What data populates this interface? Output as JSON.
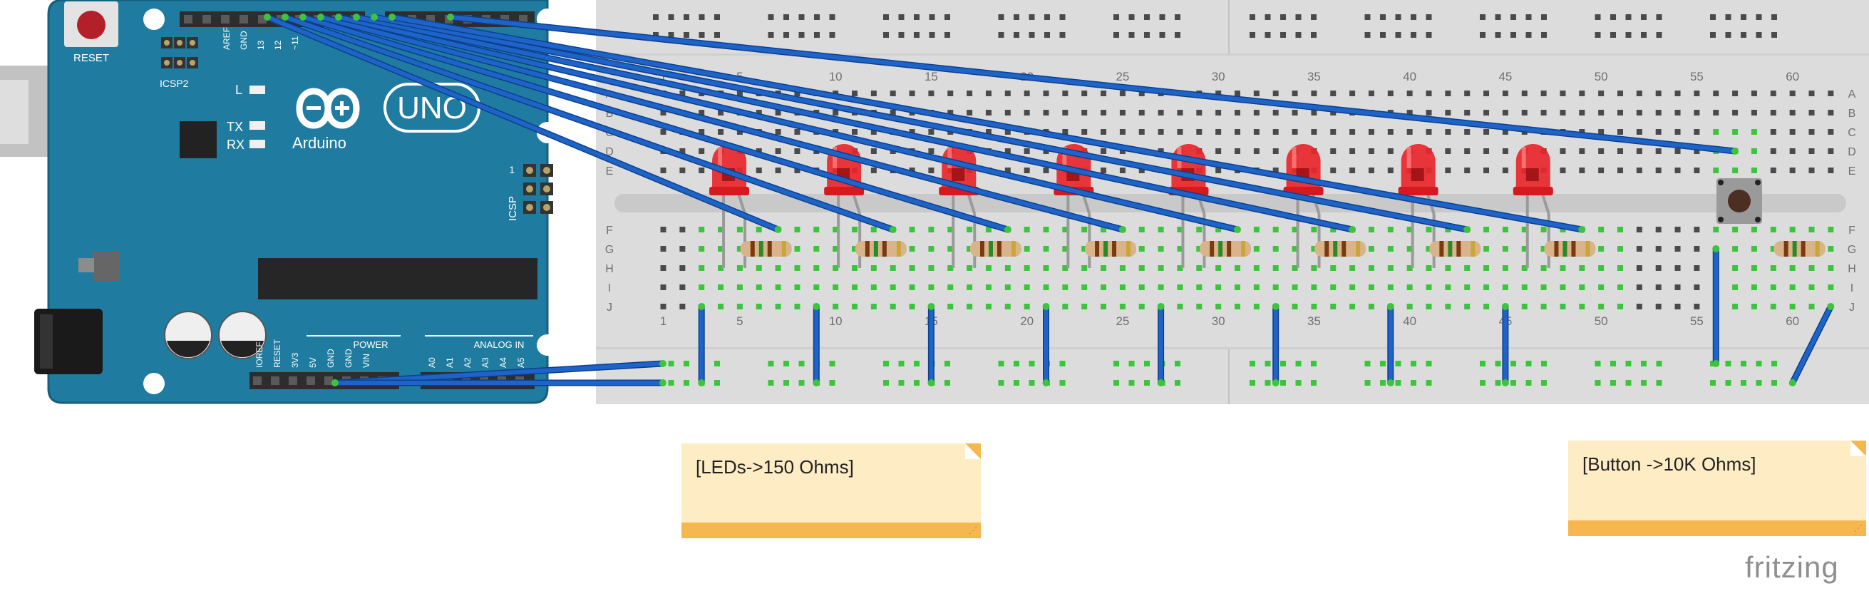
{
  "arduino": {
    "reset_label": "RESET",
    "icsp2_label": "ICSP2",
    "icsp_label": "ICSP",
    "icsp_pin1": "1",
    "led_l_label": "L",
    "tx_label": "TX",
    "rx_label": "RX",
    "uno_label": "UNO",
    "brand_label": "Arduino",
    "power_label": "POWER",
    "analog_label": "ANALOG IN",
    "digital_header_pins": [
      "AREF",
      "GND",
      "13",
      "12",
      "~11"
    ],
    "power_header_pins": [
      "IOREF",
      "RESET",
      "3V3",
      "5V",
      "GND",
      "GND",
      "VIN"
    ],
    "analog_header_pins": [
      "A0",
      "A1",
      "A2",
      "A3",
      "A4",
      "A5"
    ],
    "colors": {
      "board": "#1f7ca0",
      "board_edge": "#165f7c",
      "header": "#2d2d2d"
    }
  },
  "breadboard": {
    "column_numbers": [
      "1",
      "5",
      "10",
      "15",
      "20",
      "25",
      "30",
      "35",
      "40",
      "45",
      "50",
      "55",
      "60"
    ],
    "row_letters_top": [
      "A",
      "B",
      "C",
      "D",
      "E"
    ],
    "row_letters_bottom": [
      "F",
      "G",
      "H",
      "I",
      "J"
    ],
    "colors": {
      "body": "#dcdcdc",
      "hole": "#4a4a4a",
      "active": "#3cc43c"
    }
  },
  "components": {
    "led_count": 8,
    "resistor_count": 9,
    "button_count": 1,
    "colors": {
      "led": "#e8262a",
      "wire": "#1e64c8",
      "wire_edge": "#0d3f8c"
    }
  },
  "notes": [
    {
      "text": "[LEDs->150 Ohms]"
    },
    {
      "text": "[Button ->10K Ohms]"
    }
  ],
  "logo": {
    "text": "fritzing"
  }
}
